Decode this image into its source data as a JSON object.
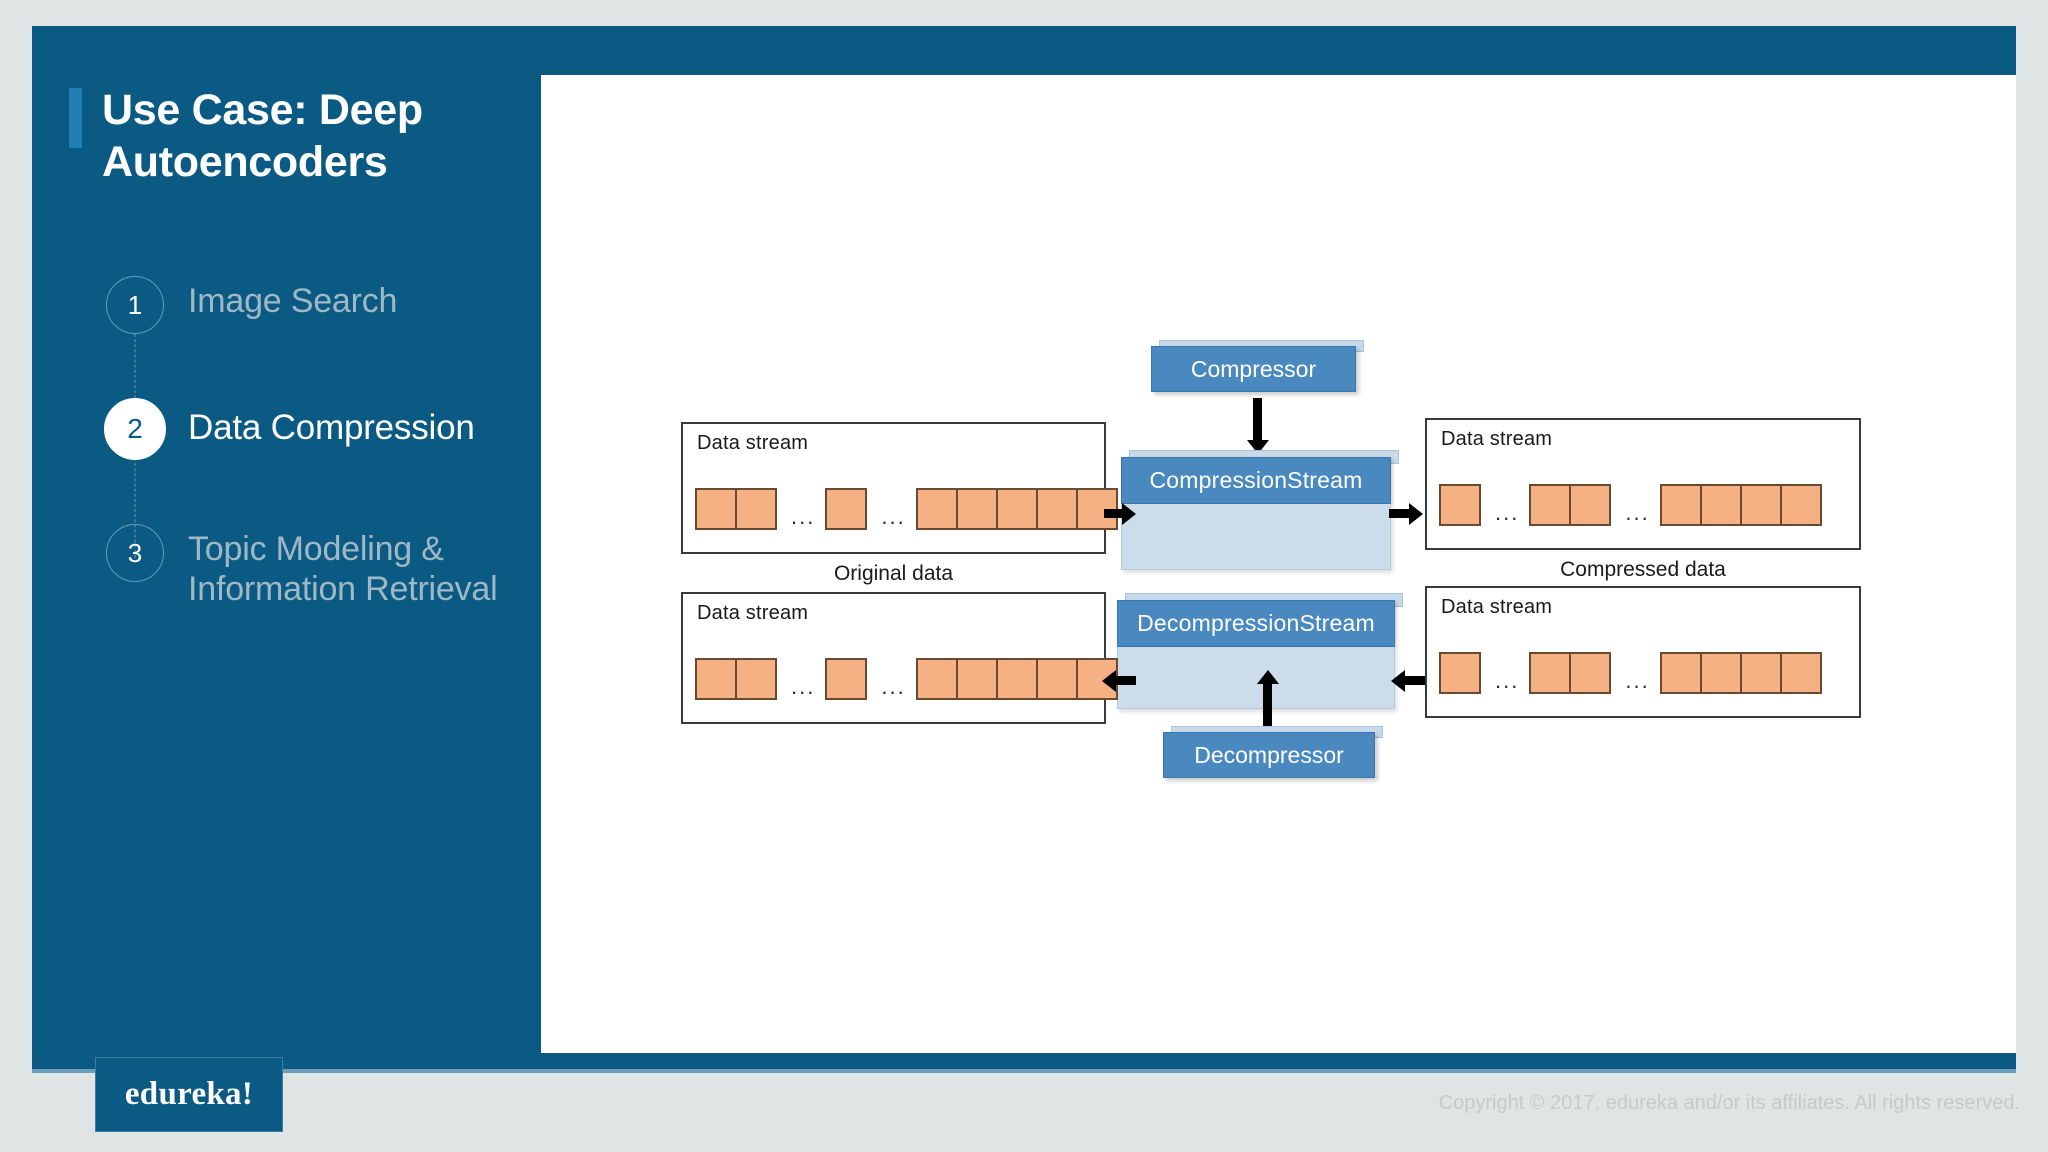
{
  "slide": {
    "title": "Use Case: Deep Autoencoders",
    "accent_color": "#1f7fb5",
    "background_color": "#0b5a83"
  },
  "steps": [
    {
      "number": "1",
      "label": "Image Search",
      "active": false
    },
    {
      "number": "2",
      "label": "Data Compression",
      "active": true
    },
    {
      "number": "3",
      "label": "Topic Modeling & Information Retrieval",
      "active": false
    }
  ],
  "diagram": {
    "compressor_label": "Compressor",
    "compression_stream_label": "CompressionStream",
    "decompression_stream_label": "DecompressionStream",
    "decompressor_label": "Decompressor",
    "original_caption": "Original data",
    "compressed_caption": "Compressed data",
    "stream_label": "Data stream",
    "ellipsis": "...",
    "cell_color": "#f5b183",
    "block_color": "#4a89c0",
    "block_body_color": "#ccdcea",
    "streams": {
      "top_left": {
        "title": "Data stream",
        "groups": [
          2,
          1,
          5
        ]
      },
      "top_right": {
        "title": "Data stream",
        "groups": [
          1,
          2,
          4
        ]
      },
      "bottom_left": {
        "title": "Data stream",
        "groups": [
          2,
          1,
          5
        ]
      },
      "bottom_right": {
        "title": "Data stream",
        "groups": [
          1,
          2,
          4
        ]
      }
    }
  },
  "footer": {
    "logo": "edureka!",
    "copyright": "Copyright © 2017, edureka and/or its affiliates. All rights reserved."
  }
}
